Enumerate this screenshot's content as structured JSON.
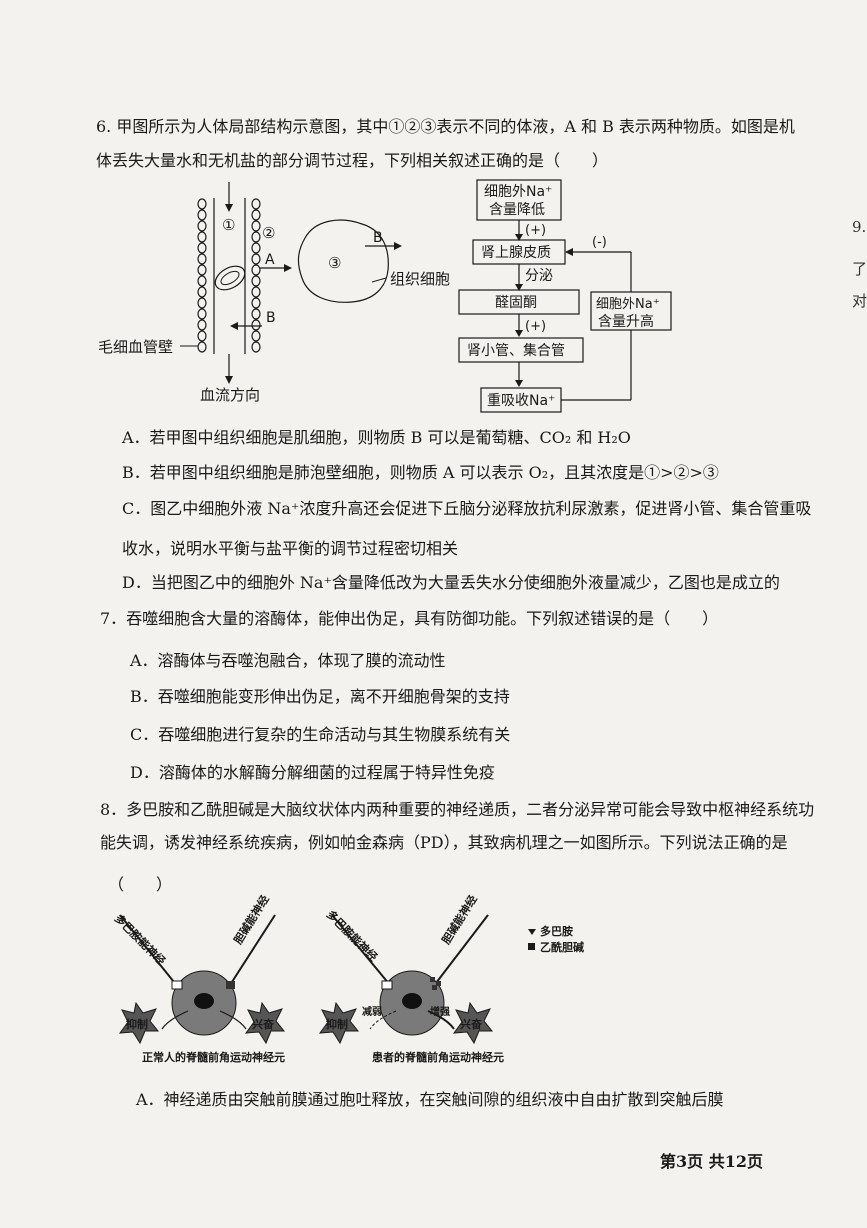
{
  "q6": {
    "stem_1": "6. 甲图所示为人体局部结构示意图，其中①②③表示不同的体液，A 和 B 表示两种物质。如图是机",
    "stem_2": "体丢失大量水和无机盐的部分调节过程，下列相关叙述正确的是（　　）",
    "fig_a": {
      "circle1": "①",
      "circle2": "②",
      "circle3": "③",
      "label_a": "A",
      "label_b_top": "B",
      "label_b_mid": "B",
      "tissue_cell": "组织细胞",
      "capillary_wall": "毛细血管壁",
      "blood_flow": "血流方向"
    },
    "fig_b": {
      "box1_l1": "细胞外Na⁺",
      "box1_l2": "含量降低",
      "plus1": "(+)",
      "box2": "肾上腺皮质",
      "minus": "(-)",
      "secrete": "分泌",
      "box3": "醛固酮",
      "plus2": "(+)",
      "box4": "肾小管、集合管",
      "box5": "重吸收Na⁺",
      "side_l1": "细胞外Na⁺",
      "side_l2": "含量升高"
    },
    "opt_a": "A．若甲图中组织细胞是肌细胞，则物质 B 可以是葡萄糖、CO₂ 和 H₂O",
    "opt_b": "B．若甲图中组织细胞是肺泡壁细胞，则物质 A 可以表示 O₂，且其浓度是①>②>③",
    "opt_c_1": "C．图乙中细胞外液 Na⁺浓度升高还会促进下丘脑分泌释放抗利尿激素，促进肾小管、集合管重吸",
    "opt_c_2": "收水，说明水平衡与盐平衡的调节过程密切相关",
    "opt_d": "D．当把图乙中的细胞外 Na⁺含量降低改为大量丢失水分使细胞外液量减少，乙图也是成立的"
  },
  "q7": {
    "stem": "7．吞噬细胞含大量的溶酶体，能伸出伪足，具有防御功能。下列叙述错误的是（　　）",
    "opt_a": "A．溶酶体与吞噬泡融合，体现了膜的流动性",
    "opt_b": "B．吞噬细胞能变形伸出伪足，离不开细胞骨架的支持",
    "opt_c": "C．吞噬细胞进行复杂的生命活动与其生物膜系统有关",
    "opt_d": "D．溶酶体的水解酶分解细菌的过程属于特异性免疫"
  },
  "q8": {
    "stem_1": "8．多巴胺和乙酰胆碱是大脑纹状体内两种重要的神经递质，二者分泌异常可能会导致中枢神经系统功",
    "stem_2": "能失调，诱发神经系统疾病，例如帕金森病（PD），其致病机理之一如图所示。下列说法正确的是",
    "stem_3": "（　　）",
    "fig": {
      "left_nerve_1": "多巴胺能神经",
      "left_nerve_2": "胆碱能神经",
      "left_inhibit": "抑制",
      "left_excite": "兴奋",
      "left_caption": "正常人的脊髓前角运动神经元",
      "right_nerve_1": "多巴胺能神经",
      "right_nerve_2": "胆碱能神经",
      "right_weaken": "减弱",
      "right_strengthen": "增强",
      "right_inhibit": "抑制",
      "right_excite": "兴奋",
      "right_caption": "患者的脊髓前角运动神经元",
      "legend_1": "多巴胺",
      "legend_2": "乙酰胆碱"
    },
    "opt_a": "A．神经递质由突触前膜通过胞吐释放，在突触间隙的组织液中自由扩散到突触后膜"
  },
  "edge": {
    "num": "9.",
    "c1": "了",
    "c2": "对"
  },
  "footer": "第3页  共12页"
}
